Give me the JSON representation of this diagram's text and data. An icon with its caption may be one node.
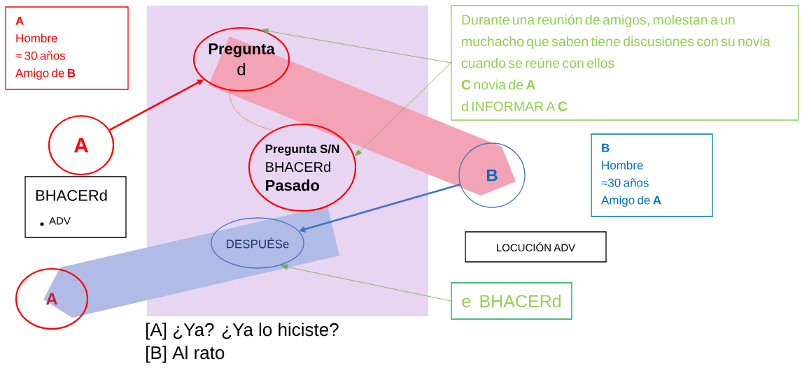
{
  "diagram": {
    "nodes": [
      {
        "text": [
          "A",
          "Hombre",
          "≈ 30 años",
          "Amigo de **B**"
        ]
      },
      {
        "text": [],
        "shape": "box"
      },
      {
        "text": [
          "Pregunta",
          "d"
        ],
        "in": 1
      },
      {
        "text": [
          "Durante una reunión de amigos, molestan a un muchacho que saben tiene discusiones con su novia cuando se reúne con ellos",
          "**C** novia de **A**",
          "d INFORMAR A **C**"
        ]
      },
      {
        "text": [
          "A"
        ]
      },
      {
        "text": [
          "Pregunta S/N",
          "BHACERd",
          "Pasado"
        ],
        "in": 1
      },
      {
        "text": [
          "B"
        ]
      },
      {
        "text": [
          "B",
          "Hombre",
          "≈30 años",
          "Amigo de **A**"
        ]
      },
      {
        "text": [
          "BHACERd",
          "ADV"
        ]
      },
      {
        "text": [
          "DESPUÉSe"
        ],
        "in": 1
      },
      {
        "text": [
          "LOCUCIÓN ADV"
        ]
      },
      {
        "text": [
          "A"
        ]
      },
      {
        "text": [
          "e BHACERd"
        ]
      }
    ],
    "edges": [
      {
        "from": 4,
        "to": 2,
        "arrow": "to",
        "style": "thick",
        "color": "#ff0000"
      },
      {
        "from": 3,
        "to": 2,
        "arrow": "to",
        "color": "#70ad47"
      },
      {
        "from": 3,
        "to": 5,
        "arrow": "to",
        "color": "#70ad47"
      },
      {
        "from": 2,
        "to": 5,
        "arrow": "none",
        "color": "#ed7d31"
      },
      {
        "from": 6,
        "to": 9,
        "arrow": "to",
        "style": "thick",
        "color": "#4472c4"
      },
      {
        "from": 12,
        "to": 9,
        "arrow": "to",
        "color": "#70ad47"
      }
    ],
    "labels": [
      "[A] ¿Ya? ¿Ya lo hiciste?",
      "[B] Al rato"
    ]
  }
}
